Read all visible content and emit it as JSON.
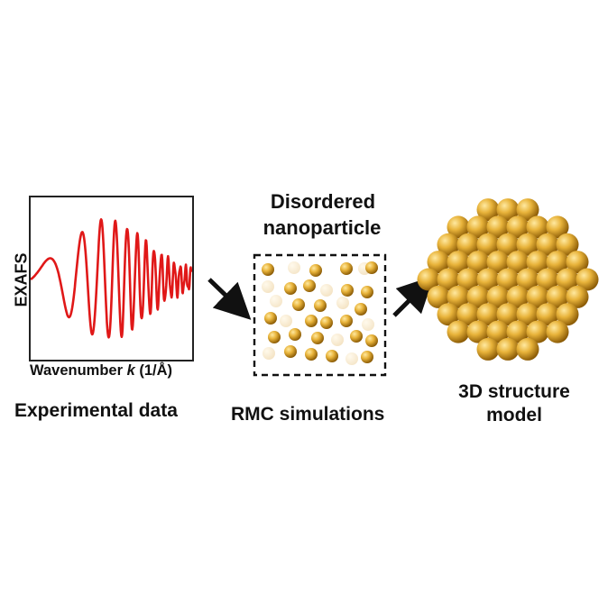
{
  "panels": {
    "experimental": {
      "ylabel": "EXAFS",
      "xlabel_prefix": "Wavenumber ",
      "xlabel_var": "k",
      "xlabel_suffix": " (1/Å)",
      "caption": "Experimental data",
      "line_color": "#e01818"
    },
    "simulation": {
      "title_line1": "Disordered",
      "title_line2": "nanoparticle",
      "caption": "RMC simulations",
      "box_style": "dashed"
    },
    "structure": {
      "caption_line1": "3D structure",
      "caption_line2": "model"
    }
  },
  "colors": {
    "gold_light": "#ffe9a0",
    "gold_mid": "#e8b33a",
    "gold_dark": "#8a5a05",
    "arrow": "#111111"
  },
  "icons": {
    "arrow1": "arrow-down-right-icon",
    "arrow2": "arrow-up-right-icon",
    "particle": "gold-atom-icon",
    "cluster": "nanoparticle-cluster-icon"
  }
}
